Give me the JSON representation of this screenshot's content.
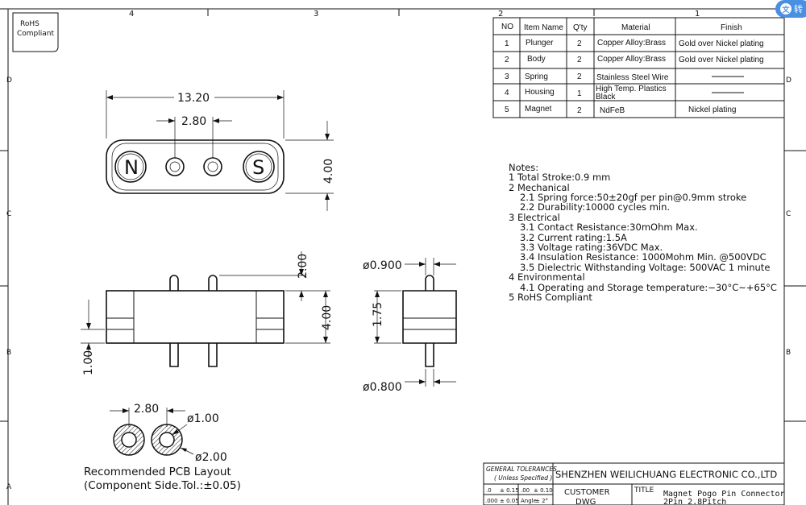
{
  "frame": {
    "top_zones": [
      "4",
      "3",
      "2",
      "1"
    ],
    "left_zones": [
      "D",
      "C",
      "B",
      "A"
    ],
    "right_zones": [
      "D",
      "C",
      "B"
    ]
  },
  "rohs_badge": {
    "line1": "RoHS",
    "line2": "Compliant"
  },
  "bom": {
    "headers": [
      "NO",
      "Item Name",
      "Q'ty",
      "Material",
      "Finish"
    ],
    "rows": [
      {
        "no": "1",
        "item": "Plunger",
        "qty": "2",
        "material": "Copper Alloy:Brass",
        "material2": "",
        "finish": "Gold over Nickel plating"
      },
      {
        "no": "2",
        "item": "Body",
        "qty": "2",
        "material": "Copper Alloy:Brass",
        "material2": "",
        "finish": "Gold over Nickel plating"
      },
      {
        "no": "3",
        "item": "Spring",
        "qty": "2",
        "material": "Stainless Steel Wire",
        "material2": "",
        "finish": ""
      },
      {
        "no": "4",
        "item": "Housing",
        "qty": "1",
        "material": "High Temp. Plastics",
        "material2": "Black",
        "finish": ""
      },
      {
        "no": "5",
        "item": "Magnet",
        "qty": "2",
        "material": "NdFeB",
        "material2": "",
        "finish": "Nickel plating"
      }
    ]
  },
  "notes": [
    "Notes:",
    "1 Total Stroke:0.9 mm",
    "2 Mechanical",
    "2.1 Spring force:50±20gf per pin@0.9mm stroke",
    "2.2 Durability:10000 cycles min.",
    "3 Electrical",
    "3.1 Contact Resistance:30mOhm Max.",
    "3.2 Current rating:1.5A",
    "3.3 Voltage rating:36VDC Max.",
    "3.4 Insulation Resistance: 1000Mohm Min. @500VDC",
    "3.5 Dielectric Withstanding Voltage: 500VAC 1 minute",
    "4 Environmental",
    "4.1 Operating and Storage temperature:−30°C~+65°C",
    "5 RoHS Compliant"
  ],
  "dimensions": {
    "top_length": "13.20",
    "top_pitch": "2.80",
    "top_height": "4.00",
    "pole_n": "N",
    "pole_s": "S",
    "front_pin_len": "2.00",
    "front_height": "4.00",
    "front_bottom": "1.00",
    "side_top_dia": "ø0.900",
    "side_mid": "1.75",
    "side_bottom_dia": "ø0.800",
    "pcb_pitch": "2.80",
    "pcb_hole": "ø1.00",
    "pcb_pad": "ø2.00"
  },
  "pcb_caption": {
    "line1": "Recommended PCB Layout",
    "line2": "(Component Side.Tol.:±0.05)"
  },
  "title_block": {
    "tol_header": "GENERAL TOLERANCES",
    "tol_sub": "( Unless Specified )",
    "tol_r1": [
      ".0",
      "± 0.15",
      ".00",
      "± 0.10"
    ],
    "tol_r2": [
      ".000",
      "± 0.05",
      "Angle",
      "± 2°"
    ],
    "company": "SHENZHEN WEILICHUANG ELECTRONIC CO.,LTD",
    "customer": "CUSTOMER",
    "dwg": "DWG",
    "title_label": "TITLE",
    "title_line1": "Magnet Pogo Pin Connector",
    "title_line2": "2Pin 2.8Pitch"
  },
  "overlay": {
    "translate_label": "转"
  }
}
